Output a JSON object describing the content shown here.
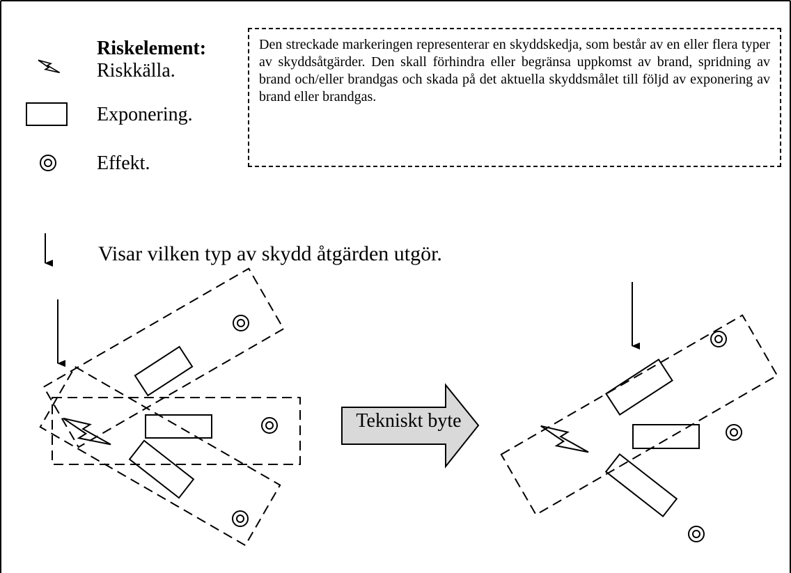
{
  "legend": {
    "title": "Riskelement:",
    "items": [
      {
        "icon": "lightning-icon",
        "label": "Riskkälla."
      },
      {
        "icon": "rectangle-icon",
        "label": "Exponering."
      },
      {
        "icon": "double-circle-icon",
        "label": "Effekt."
      }
    ],
    "arrow_icon": "down-arrow-icon",
    "arrow_label": "Visar vilken typ av skydd åtgärden utgör."
  },
  "description": "Den streckade markeringen representerar en skyddskedja, som består av en eller flera typer av skyddsåtgärder. Den skall förhindra eller begränsa uppkomst av brand, spridning av brand och/eller brandgas och skada på det aktuella skyddsmålet till följd av exponering av brand eller brandgas.",
  "transition": {
    "label": "Tekniskt byte",
    "fill_color": "#d9d9d9"
  }
}
